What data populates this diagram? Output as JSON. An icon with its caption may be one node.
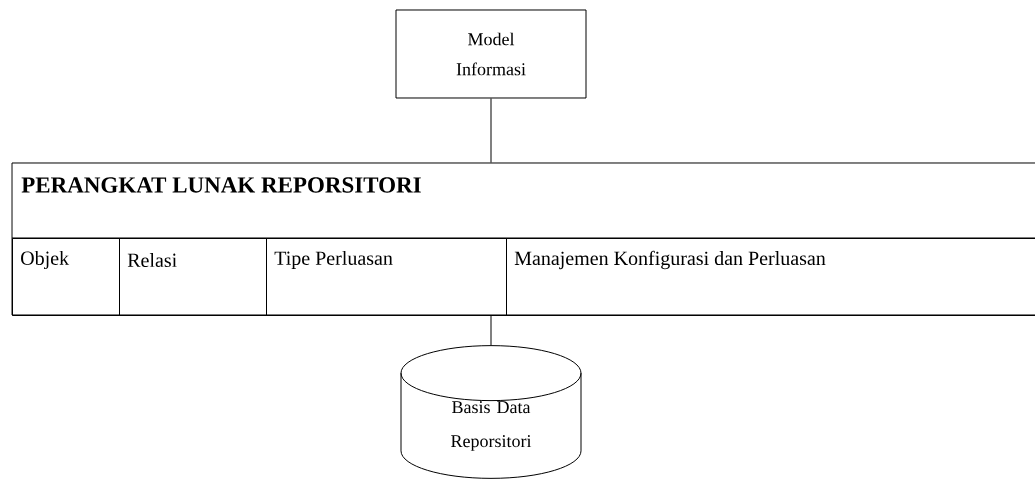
{
  "diagram": {
    "nodes": [
      {
        "text": [
          "Model Informasi"
        ]
      },
      {
        "text": [
          "PERANGKAT LUNAK REPORSITORI"
        ]
      },
      {
        "text": [
          "Objek"
        ],
        "in": 1
      },
      {
        "text": [
          "Relasi"
        ],
        "in": 1
      },
      {
        "text": [
          "Tipe Perluasan"
        ],
        "in": 1
      },
      {
        "text": [
          "Manajemen Konfigurasi dan Perluasan"
        ],
        "in": 1
      },
      {
        "text": [
          "Basis Data Reporsitori"
        ]
      }
    ],
    "edges": [
      {
        "from": 0,
        "to": 1,
        "arrow": "none"
      },
      {
        "from": 1,
        "to": 6,
        "arrow": "none"
      }
    ]
  }
}
